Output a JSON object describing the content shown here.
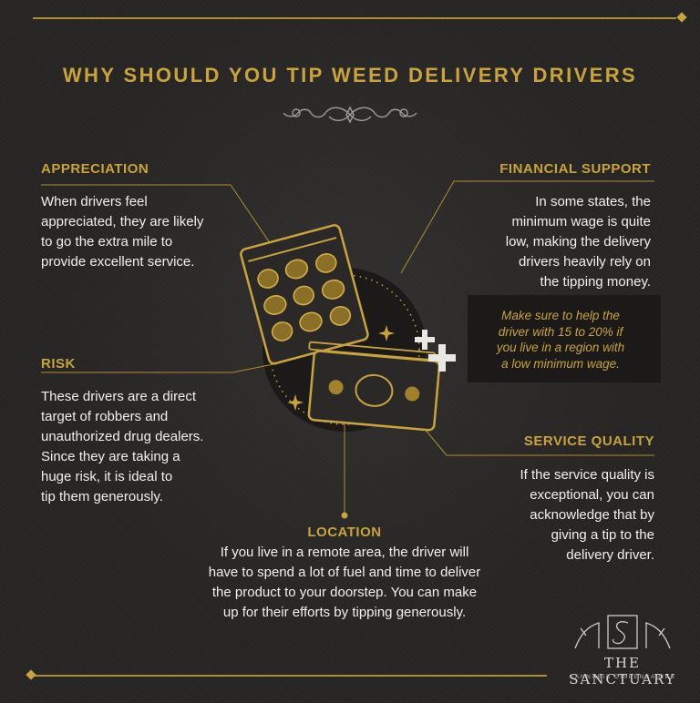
{
  "title": "WHY SHOULD YOU TIP WEED DELIVERY DRIVERS",
  "sections": {
    "appreciation": {
      "heading": "APPRECIATION",
      "lines": [
        "When drivers feel",
        "appreciated, they are likely",
        "to go the extra mile to",
        "provide excellent service."
      ]
    },
    "financial_support": {
      "heading": "FINANCIAL SUPPORT",
      "lines": [
        "In some states, the",
        "minimum wage is quite",
        "low, making the delivery",
        "drivers heavily rely on",
        "the tipping money."
      ],
      "callout_lines": [
        "Make sure to help the",
        "driver with 15 to 20%  if",
        "you live in a region with",
        "a low minimum wage."
      ]
    },
    "risk": {
      "heading": "RISK",
      "lines": [
        "These drivers are a direct",
        "target of robbers and",
        "unauthorized drug dealers.",
        "Since they are taking a",
        "huge risk, it is ideal to",
        "tip them generously."
      ]
    },
    "service_quality": {
      "heading": "SERVICE QUALITY",
      "lines": [
        "If the service quality is",
        "exceptional, you can",
        "acknowledge that by",
        "giving a tip to the",
        "delivery driver."
      ]
    },
    "location": {
      "heading": "LOCATION",
      "lines": [
        "If you live in a remote area, the driver will",
        "have to spend a lot of fuel and time to deliver",
        "the product to your doorstep. You can make",
        "up for their efforts by tipping generously."
      ]
    }
  },
  "logo": {
    "name": "THE SANCTUARY",
    "tagline": "CANNABIS DISPENSARIES"
  },
  "colors": {
    "background": "#262523",
    "accent": "#c9a33b",
    "text": "#f2f0ec"
  },
  "icons": [
    "bud-bag-icon",
    "cash-bill-icon",
    "plus-sparkle-icon",
    "ornament-divider-icon",
    "sanctuary-logo-icon"
  ]
}
